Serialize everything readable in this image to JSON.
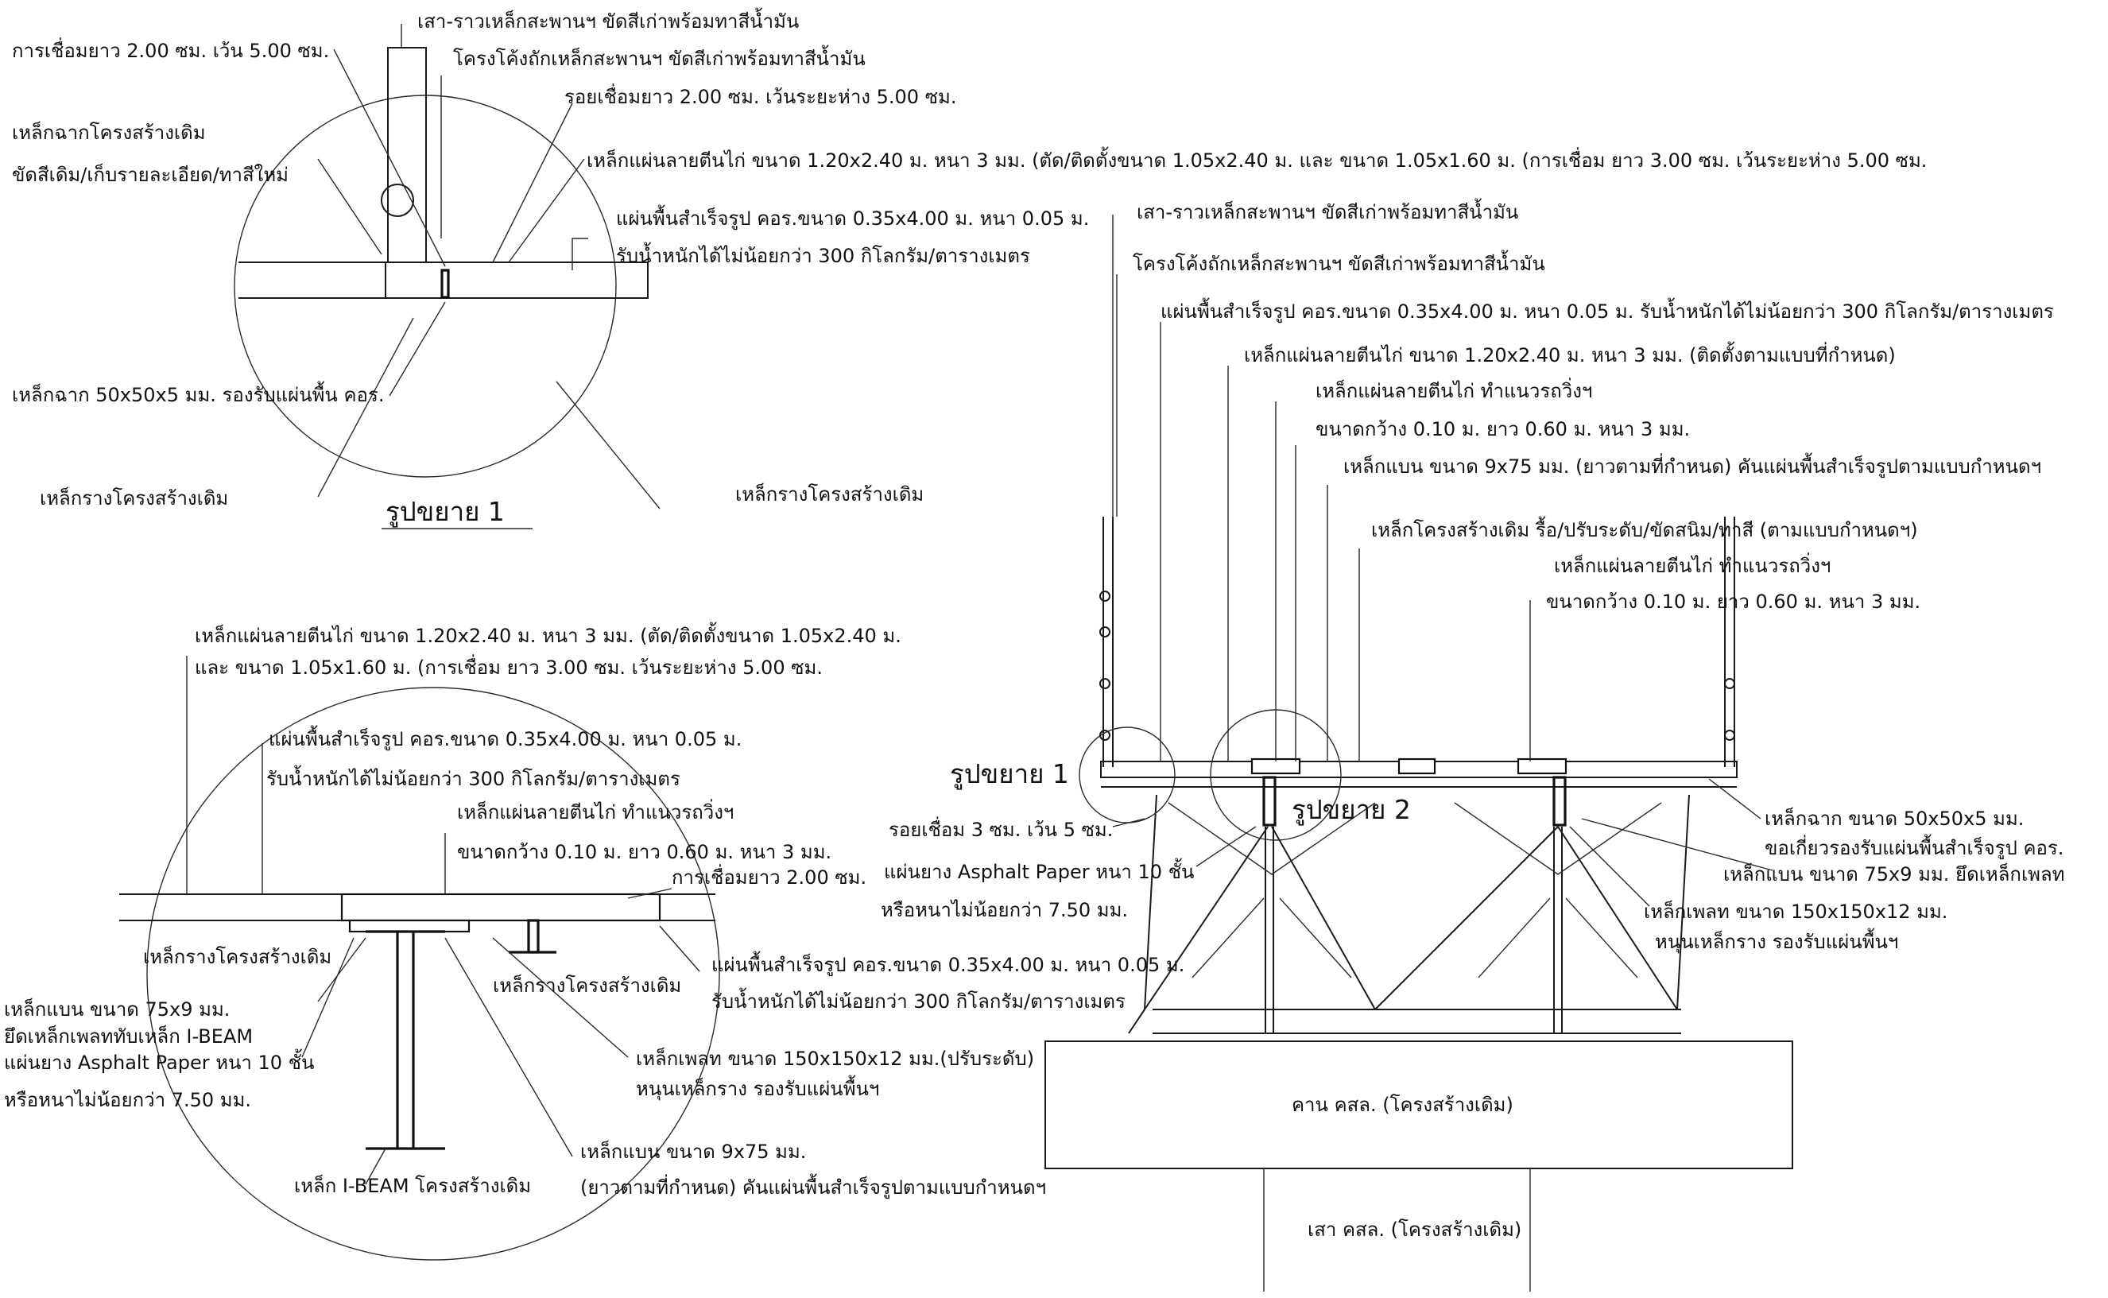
{
  "detail1": {
    "labels": {
      "post_rail": "เสา-ราวเหล็กสะพานฯ ขัดสีเก่าพร้อมทาสีน้ำมัน",
      "weld_top": "การเชื่อมยาว 2.00 ซม. เว้น 5.00 ซม.",
      "arch_truss": "โครงโค้งถักเหล็กสะพานฯ ขัดสีเก่าพร้อมทาสีน้ำมัน",
      "weld_seam": "รอยเชื่อมยาว 2.00 ซม. เว้นระยะห่าง 5.00 ซม.",
      "angle_existing": "เหล็กฉากโครงสร้างเดิม",
      "scrape_paint": "ขัดสีเดิม/เก็บรายละเอียด/ทาสีใหม่",
      "checker_plate": "เหล็กแผ่นลายตีนไก่ ขนาด 1.20x2.40 ม. หนา 3 มม. (ตัด/ติดตั้งขนาด 1.05x2.40 ม. และ ขนาด 1.05x1.60 ม. (การเชื่อม ยาว 3.00 ซม. เว้นระยะห่าง 5.00 ซม.",
      "precast_slab_1": "แผ่นพื้นสำเร็จรูป คอร.ขนาด 0.35x4.00 ม. หนา 0.05 ม.",
      "precast_slab_2": "รับน้ำหนักได้ไม่น้อยกว่า 300 กิโลกรัม/ตารางเมตร",
      "angle_50": "เหล็กฉาก 50x50x5 มม. รองรับแผ่นพื้น คอร.",
      "stringer_left": "เหล็กรางโครงสร้างเดิม",
      "stringer_right": "เหล็กรางโครงสร้างเดิม",
      "caption": "รูปขยาย  1"
    }
  },
  "main_section": {
    "labels": {
      "post_rail": "เสา-ราวเหล็กสะพานฯ ขัดสีเก่าพร้อมทาสีน้ำมัน",
      "arch_truss": "โครงโค้งถักเหล็กสะพานฯ ขัดสีเก่าพร้อมทาสีน้ำมัน",
      "precast_slab": "แผ่นพื้นสำเร็จรูป คอร.ขนาด 0.35x4.00 ม. หนา 0.05 ม. รับน้ำหนักได้ไม่น้อยกว่า 300 กิโลกรัม/ตารางเมตร",
      "checker_plate": "เหล็กแผ่นลายตีนไก่ ขนาด 1.20x2.40 ม. หนา 3 มม. (ติดตั้งตามแบบที่กำหนด)",
      "checker_strip_1": "เหล็กแผ่นลายตีนไก่ ทำแนวรถวิ่งฯ",
      "checker_strip_2": "ขนาดกว้าง 0.10 ม. ยาว 0.60 ม. หนา 3 มม.",
      "flat_bar": "เหล็กแบน ขนาด 9x75 มม. (ยาวตามที่กำหนด) คันแผ่นพื้นสำเร็จรูปตามแบบกำหนดฯ",
      "existing_steel": "เหล็กโครงสร้างเดิม รื้อ/ปรับระดับ/ขัดสนิม/ทาสี (ตามแบบกำหนดฯ)",
      "checker_strip_r1": "เหล็กแผ่นลายตีนไก่ ทำแนวรถวิ่งฯ",
      "checker_strip_r2": "ขนาดกว้าง 0.10 ม. ยาว 0.60 ม. หนา 3 มม.",
      "weld_3": "รอยเชื่อม 3 ซม. เว้น 5 ซม.",
      "asphalt_1": "แผ่นยาง Asphalt Paper หนา 10 ชั้น",
      "asphalt_2": "หรือหนาไม่น้อยกว่า 7.50 มม.",
      "angle_right_1": "เหล็กฉาก ขนาด 50x50x5 มม.",
      "angle_right_2": "ขอเกี่ยวรองรับแผ่นพื้นสำเร็จรูป คอร.",
      "flat_bar_r": "เหล็กแบน ขนาด 75x9 มม. ยึดเหล็กเพลท",
      "plate_r1": "เหล็กเพลท ขนาด 150x150x12 มม.",
      "plate_r2": "หนุนเหล็กราง รองรับแผ่นพื้นฯ",
      "beam": "คาน คสล. (โครงสร้างเดิม)",
      "column": "เสา คสล. (โครงสร้างเดิม)",
      "ref1": "รูปขยาย  1",
      "ref2": "รูปขยาย  2"
    }
  },
  "detail2": {
    "labels": {
      "checker_1": "เหล็กแผ่นลายตีนไก่ ขนาด 1.20x2.40 ม. หนา 3 มม. (ตัด/ติดตั้งขนาด 1.05x2.40 ม.",
      "checker_2": "และ ขนาด 1.05x1.60 ม. (การเชื่อม ยาว 3.00 ซม. เว้นระยะห่าง 5.00 ซม.",
      "slab_1": "แผ่นพื้นสำเร็จรูป คอร.ขนาด 0.35x4.00 ม. หนา 0.05 ม.",
      "slab_2": "รับน้ำหนักได้ไม่น้อยกว่า 300 กิโลกรัม/ตารางเมตร",
      "strip_1": "เหล็กแผ่นลายตีนไก่ ทำแนวรถวิ่งฯ",
      "strip_2": "ขนาดกว้าง 0.10 ม. ยาว 0.60 ม. หนา 3 มม.",
      "weld": "การเชื่อมยาว 2.00 ซม.",
      "stringer_l": "เหล็กรางโครงสร้างเดิม",
      "stringer_c": "เหล็กรางโครงสร้างเดิม",
      "slab_r1": "แผ่นพื้นสำเร็จรูป คอร.ขนาด 0.35x4.00 ม. หนา 0.05 ม.",
      "slab_r2": "รับน้ำหนักได้ไม่น้อยกว่า 300 กิโลกรัม/ตารางเมตร",
      "flat_1": "เหล็กแบน ขนาด 75x9 มม.",
      "flat_2": "ยึดเหล็กเพลททับเหล็ก I-BEAM",
      "asphalt_1": "แผ่นยาง Asphalt Paper หนา 10 ชั้น",
      "asphalt_2": "หรือหนาไม่น้อยกว่า 7.50 มม.",
      "plate_1": "เหล็กเพลท ขนาด 150x150x12 มม.(ปรับระดับ)",
      "plate_2": "หนุนเหล็กราง รองรับแผ่นพื้นฯ",
      "flatbar_1": "เหล็กแบน ขนาด 9x75 มม.",
      "flatbar_2": "(ยาวตามที่กำหนด) คันแผ่นพื้นสำเร็จรูปตามแบบกำหนดฯ",
      "ibeam": "เหล็ก I-BEAM โครงสร้างเดิม"
    }
  }
}
